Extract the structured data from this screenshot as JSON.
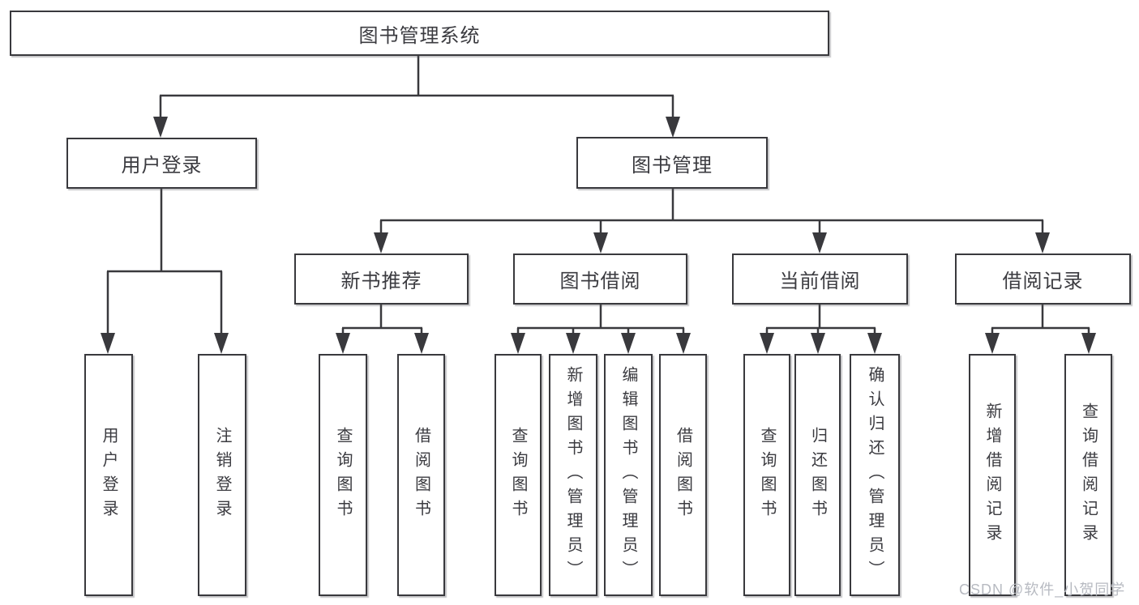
{
  "diagram": {
    "title": "图书管理系统",
    "branches": [
      {
        "label": "用户登录",
        "children": [
          {
            "label": "用户登录"
          },
          {
            "label": "注销登录"
          }
        ]
      },
      {
        "label": "图书管理",
        "children": [
          {
            "label": "新书推荐",
            "children": [
              {
                "label": "查询图书"
              },
              {
                "label": "借阅图书"
              }
            ]
          },
          {
            "label": "图书借阅",
            "children": [
              {
                "label": "查询图书"
              },
              {
                "label": "新增图书（管理员）"
              },
              {
                "label": "编辑图书（管理员）"
              },
              {
                "label": "借阅图书"
              }
            ]
          },
          {
            "label": "当前借阅",
            "children": [
              {
                "label": "查询图书"
              },
              {
                "label": "归还图书"
              },
              {
                "label": "确认归还（管理员）"
              }
            ]
          },
          {
            "label": "借阅记录",
            "children": [
              {
                "label": "新增借阅记录"
              },
              {
                "label": "查询借阅记录"
              }
            ]
          }
        ]
      }
    ]
  },
  "watermark": {
    "text": "CSDN @软件_小贺同学"
  },
  "colors": {
    "line": "#39393d",
    "text": "#3b3b40",
    "watermark": "#b7bac1",
    "background": "#ffffff"
  }
}
